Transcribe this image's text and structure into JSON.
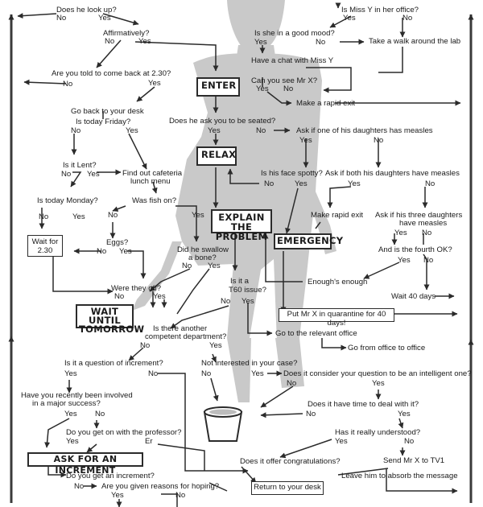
{
  "nodes": {
    "does_he_look_up": "Does he look up?",
    "n1_no": "No",
    "n1_yes": "Yes",
    "affirmatively": "Affirmatively?",
    "aff_no": "No",
    "aff_yes": "Yes",
    "told_come_back": "Are you told to come back at 2.30?",
    "tcb_no": "No",
    "tcb_yes": "Yes",
    "go_back_desk": "Go back to your desk",
    "is_today_friday": "Is today Friday?",
    "fri_no": "No",
    "fri_yes": "Yes",
    "is_it_lent": "Is it Lent?",
    "lent_no": "No",
    "lent_yes": "Yes",
    "find_cafeteria_1": "Find out cafeteria",
    "find_cafeteria_2": "lunch menu",
    "is_today_monday": "Is today Monday?",
    "mon_no": "No",
    "mon_yes": "Yes",
    "was_fish_on": "Was fish on?",
    "fish_no": "No",
    "fish_yes": "Yes",
    "wait_for_230_1": "Wait for",
    "wait_for_230_2": "2.30",
    "eggs": "Eggs?",
    "eggs_no": "No",
    "eggs_yes": "Yes",
    "swallow_1": "Did he swallow",
    "swallow_2": "a bone?",
    "swallow_no": "No",
    "swallow_yes": "Yes",
    "were_they_off": "Were they off?",
    "off_no": "No",
    "off_yes": "Yes",
    "wait_until_1": "WAIT UNTIL",
    "wait_until_2": "TOMORROW",
    "is_miss_y": "Is Miss Y in her office?",
    "missy_yes": "Yes",
    "missy_no": "No",
    "good_mood": "Is she in a good mood?",
    "mood_yes": "Yes",
    "mood_no": "No",
    "walk_lab": "Take a walk around the lab",
    "chat_miss_y": "Have a chat with Miss Y",
    "see_mr_x": "Can you see Mr X?",
    "see_yes": "Yes",
    "see_no": "No",
    "rapid_exit": "Make a rapid exit",
    "enter": "ENTER",
    "asked_seated": "Does he ask you to be seated?",
    "seated_yes": "Yes",
    "seated_no": "No",
    "relax": "RELAX",
    "daughter_measles": "Ask if one of his daughters has measles",
    "dm_yes": "Yes",
    "dm_no": "No",
    "face_spotty": "Is his face spotty?",
    "spotty_no": "No",
    "spotty_yes": "Yes",
    "both_measles": "Ask if both his daughters have measles",
    "both_yes": "Yes",
    "both_no": "No",
    "explain_1": "EXPLAIN",
    "explain_2": "THE PROBLEM",
    "make_rapid_exit_2": "Make rapid exit",
    "three_measles_1": "Ask if his three daughters",
    "three_measles_2": "have measles",
    "three_yes": "Yes",
    "three_no": "No",
    "emergency": "EMERGENCY",
    "fourth_ok": "And is the fourth OK?",
    "fourth_yes": "Yes",
    "fourth_no": "No",
    "enoughs_enough": "Enough's enough",
    "t60_1": "Is it a",
    "t60_2": "T60 issue?",
    "t60_no": "No",
    "t60_yes": "Yes",
    "wait_40": "Wait 40 days",
    "quarantine": "Put Mr X in quarantine for 40 days!",
    "another_dept_1": "Is there another",
    "another_dept_2": "competent department?",
    "ad_no": "No",
    "ad_yes": "Yes",
    "relevant_office": "Go to the relevant office",
    "office_to_office": "Go from office to office",
    "increment_q": "Is it a question of increment?",
    "inc_yes": "Yes",
    "inc_no": "No",
    "not_interested": "Not interested in your case?",
    "ni_no": "No",
    "ni_yes": "Yes",
    "intelligent_q": "Does it consider your question to be an intelligent one?",
    "intel_no": "No",
    "intel_yes": "Yes",
    "major_success_1": "Have you recently been involved",
    "major_success_2": "in a major success?",
    "ms_yes": "Yes",
    "ms_no": "No",
    "time_deal": "Does it have time to deal with it?",
    "time_no": "No",
    "time_yes": "Yes",
    "professor": "Do you get on with the professor?",
    "prof_yes": "Yes",
    "prof_er": "Er",
    "understood": "Has it really understood?",
    "und_yes": "Yes",
    "und_no": "No",
    "ask_increment": "ASK FOR AN INCREMENT",
    "congratulations": "Does it offer congratulations?",
    "send_tv1": "Send Mr X to TV1",
    "get_increment": "Do you get an increment?",
    "gi_no": "No",
    "reasons_hoping": "Are you given reasons for hoping?",
    "rh_yes": "Yes",
    "rh_no": "No",
    "absorb": "Leave him to absorb the message",
    "return_desk": "Return to your desk"
  },
  "colors": {
    "ink": "#1a1a1a",
    "silhouette": "#c9c9c9",
    "background": "#ffffff"
  }
}
